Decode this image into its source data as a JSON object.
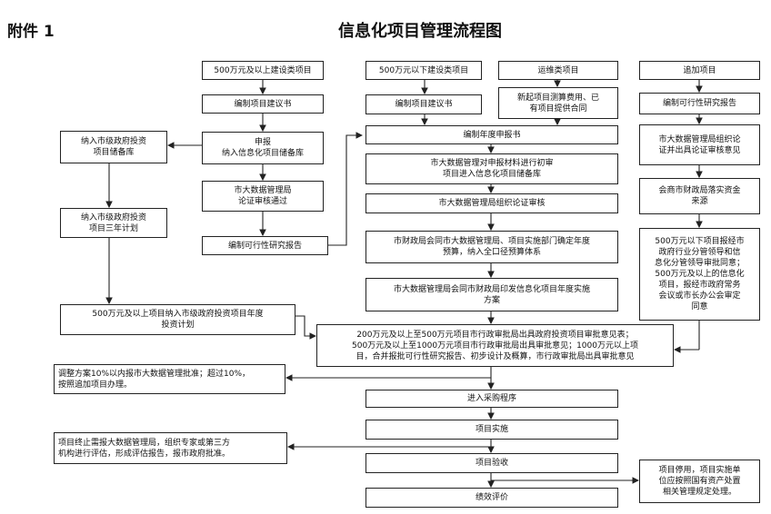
{
  "header": {
    "annex": "附件 1",
    "title": "信息化项目管理流程图"
  },
  "boxes": {
    "b1": "500万元及以上建设类项目",
    "b2": "编制项目建议书",
    "b3": "申报\n纳入信息化项目储备库",
    "b4": "市大数据管理局\n论证审核通过",
    "b5": "编制可行性研究报告",
    "l1": "纳入市级政府投资\n项目储备库",
    "l2": "纳入市级政府投资\n项目三年计划",
    "l3": "500万元及以上项目纳入市级政府投资项目年度\n投资计划",
    "c1": "500万元以下建设类项目",
    "c2": "编制项目建议书",
    "o1": "运维类项目",
    "o2": "新起项目测算费用、已\n有项目提供合同",
    "m1": "编制年度申报书",
    "m2": "市大数据管理对申报材料进行初审\n项目进入信息化项目储备库",
    "m3": "市大数据管理局组织论证审核",
    "m4": "市财政局会同市大数据管理局、项目实施部门确定年度\n预算，纳入全口径预算体系",
    "m5": "市大数据管理局会同市财政局印发信息化项目年度实施\n方案",
    "r1": "追加项目",
    "r2": "编制可行性研究报告",
    "r3": "市大数据管理局组织论\n证并出具论证审核意见",
    "r4": "会商市财政局落实资金\n来源",
    "r5": "500万元以下项目报经市\n政府行业分管领导和信\n息化分管领导审批同意；\n500万元及以上的信息化\n项目，报经市政府常务\n会议或市长办公会审定\n同意",
    "w1": "200万元及以上至500万元项目市行政审批局出具政府投资项目审批意见表；\n500万元及以上至1000万元项目市行政审批局出具审批意见；1000万元以上项\n目，合并报批可行性研究报告、初步设计及概算，市行政审批局出具审批意见",
    "a1": "调整方案10%以内报市大数据管理批准；超过10%，\n按照追加项目办理。",
    "p1": "进入采购程序",
    "p2": "项目实施",
    "a2": "项目终止需报大数据管理局，组织专家或第三方\n机构进行评估，形成评估报告，报市政府批准。",
    "p3": "项目验收",
    "s1": "项目停用，项目实施单\n位应按照国有资产处置\n相关管理规定处理。",
    "p4": "绩效评价"
  }
}
